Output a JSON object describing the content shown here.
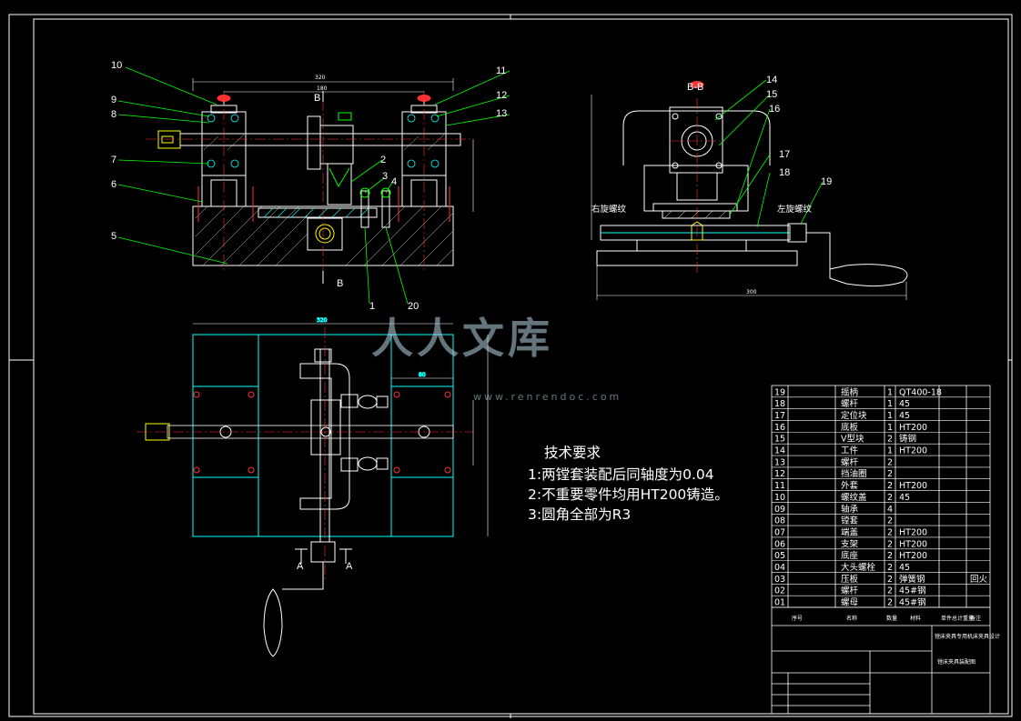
{
  "watermark": {
    "text": "人人文库",
    "url": "www.renrendoc.com"
  },
  "tech_requirements": {
    "title": "技术要求",
    "items": [
      "1:两镗套装配后同轴度为0.04",
      "2:不重要零件均用HT200铸造。",
      "3:圆角全部为R3"
    ]
  },
  "section_labels": {
    "bb_top": "B",
    "bb_bottom": "B",
    "bb_view": "B-B",
    "a_left": "A",
    "a_right": "A",
    "right_thread": "右旋螺纹",
    "left_thread": "左旋螺纹"
  },
  "callouts_front": [
    "10",
    "9",
    "8",
    "7",
    "6",
    "5",
    "11",
    "12",
    "13",
    "2",
    "3",
    "4",
    "1",
    "20"
  ],
  "callouts_side": [
    "14",
    "15",
    "16",
    "17",
    "18",
    "19"
  ],
  "dims": {
    "front_width": "320",
    "front_inner": "180",
    "side_width": "300",
    "plan_width": "320",
    "plan_inner": "80"
  },
  "bom": {
    "rows": [
      {
        "no": "19",
        "name": "摇柄",
        "qty": "1",
        "material": "QT400-18",
        "note": ""
      },
      {
        "no": "18",
        "name": "螺杆",
        "qty": "1",
        "material": "45",
        "note": ""
      },
      {
        "no": "17",
        "name": "定位块",
        "qty": "1",
        "material": "45",
        "note": ""
      },
      {
        "no": "16",
        "name": "底板",
        "qty": "1",
        "material": "HT200",
        "note": ""
      },
      {
        "no": "15",
        "name": "V型块",
        "qty": "2",
        "material": "铸钢",
        "note": ""
      },
      {
        "no": "14",
        "name": "工件",
        "qty": "1",
        "material": "HT200",
        "note": ""
      },
      {
        "no": "13",
        "name": "螺杆",
        "qty": "2",
        "material": "",
        "note": ""
      },
      {
        "no": "12",
        "name": "挡油圈",
        "qty": "2",
        "material": "",
        "note": ""
      },
      {
        "no": "11",
        "name": "外套",
        "qty": "2",
        "material": "HT200",
        "note": ""
      },
      {
        "no": "10",
        "name": "螺纹盖",
        "qty": "2",
        "material": "45",
        "note": ""
      },
      {
        "no": "09",
        "name": "轴承",
        "qty": "4",
        "material": "",
        "note": ""
      },
      {
        "no": "08",
        "name": "镗套",
        "qty": "2",
        "material": "",
        "note": ""
      },
      {
        "no": "07",
        "name": "端盖",
        "qty": "2",
        "material": "HT200",
        "note": ""
      },
      {
        "no": "06",
        "name": "支架",
        "qty": "2",
        "material": "HT200",
        "note": ""
      },
      {
        "no": "05",
        "name": "底座",
        "qty": "2",
        "material": "HT200",
        "note": ""
      },
      {
        "no": "04",
        "name": "大头螺栓",
        "qty": "2",
        "material": "45",
        "note": ""
      },
      {
        "no": "03",
        "name": "压板",
        "qty": "2",
        "material": "弹簧钢",
        "note": "回火"
      },
      {
        "no": "02",
        "name": "螺杆",
        "qty": "2",
        "material": "45#钢",
        "note": ""
      },
      {
        "no": "01",
        "name": "螺母",
        "qty": "2",
        "material": "45#钢",
        "note": ""
      }
    ],
    "header": {
      "no": "序号",
      "name": "名称",
      "qty": "数量",
      "material": "材料",
      "weight": "单件总计重量",
      "note": "备注"
    },
    "title_block": {
      "project": "镗床夹具专用机床夹具设计",
      "drawing": "镗床夹具装配图"
    }
  }
}
